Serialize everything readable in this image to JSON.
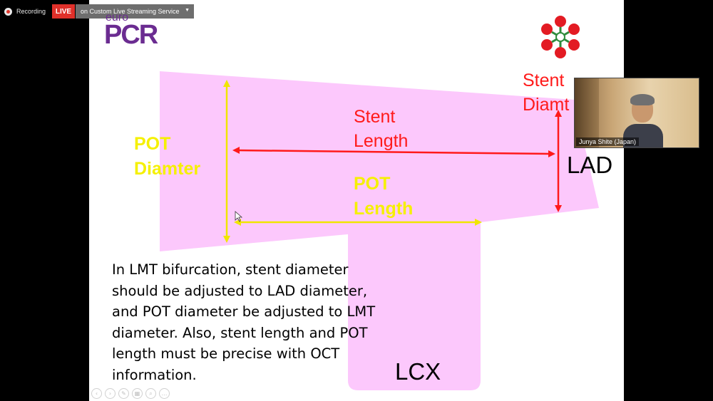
{
  "recording": {
    "label": "Recording"
  },
  "live_badge": {
    "label": "LIVE"
  },
  "stream_dropdown": {
    "selected": "on Custom Live Streaming Service"
  },
  "participant_video": {
    "name": "Junya Shite (Japan)"
  },
  "logo": {
    "euro": "euro",
    "pcr": "PCR"
  },
  "slide": {
    "stent_diameter_label": [
      "Stent",
      "Diamt"
    ],
    "stent_length_label": [
      "Stent",
      "Length"
    ],
    "pot_diameter_label": [
      "POT",
      "Diamter"
    ],
    "pot_length_label": [
      "POT",
      "Length"
    ],
    "lad_label": "LAD",
    "lcx_label": "LCX",
    "body_lines": [
      "In LMT bifurcation, stent diameter",
      "should be adjusted to LAD diameter,",
      "and POT diameter be adjusted to LMT",
      "diameter. Also, stent length and POT",
      "length must be precise with OCT",
      "information."
    ]
  },
  "colors": {
    "vessel": "#fcc8fc",
    "red_arrow": "#ff1a1a",
    "yellow_arrow": "#f0e600",
    "brand": "#6b2c91",
    "live": "#e0302a"
  },
  "icons": [
    "record-icon",
    "dropdown-caret-icon",
    "rose-emblem-icon",
    "cursor-icon",
    "slide-nav-icons"
  ]
}
